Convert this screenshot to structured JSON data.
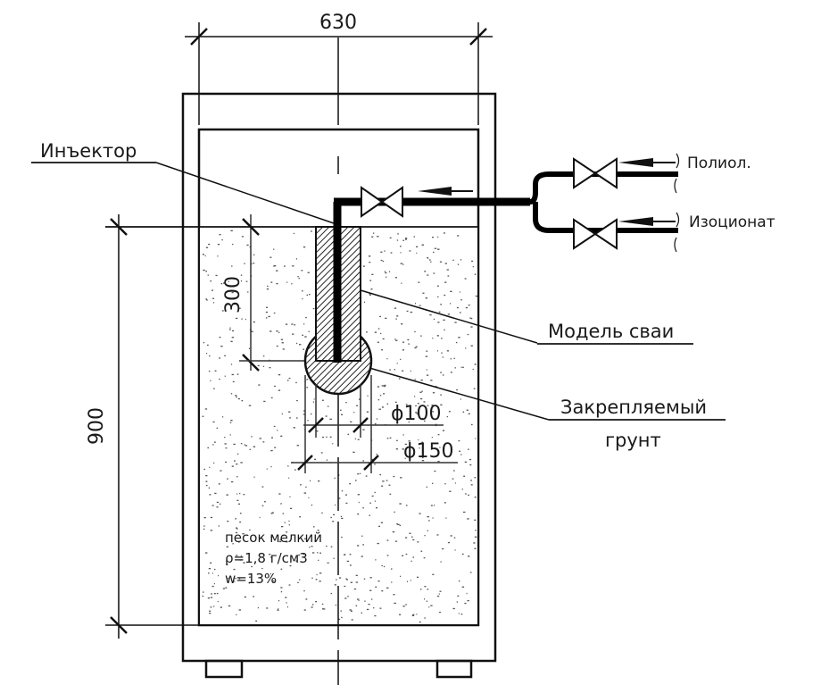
{
  "title": "Схема лабораторной установки — инъекционное закрепление грунта",
  "colors": {
    "line": "#111111",
    "sand_dot": "#555555",
    "hatch": "#222222",
    "background": "#ffffff"
  },
  "dimensions": {
    "width": "630",
    "height": "900",
    "injection_depth": "300",
    "pile_diameter": "ϕ100",
    "treated_diameter": "ϕ150"
  },
  "labels": {
    "injector": "Инъектор",
    "pile_model": "Модель сваи",
    "treated_soil_line1": "Закрепляемый",
    "treated_soil_line2": "грунт",
    "polyol": "Полиол.",
    "isocyanate": "Изоционат"
  },
  "soil_properties": {
    "type": "песок мелкий",
    "density": "ρ=1,8 г/см3",
    "moisture": "w=13%"
  },
  "icons": {
    "valve": "gate-valve-icon",
    "flow_arrow": "flow-direction-arrow-icon"
  }
}
